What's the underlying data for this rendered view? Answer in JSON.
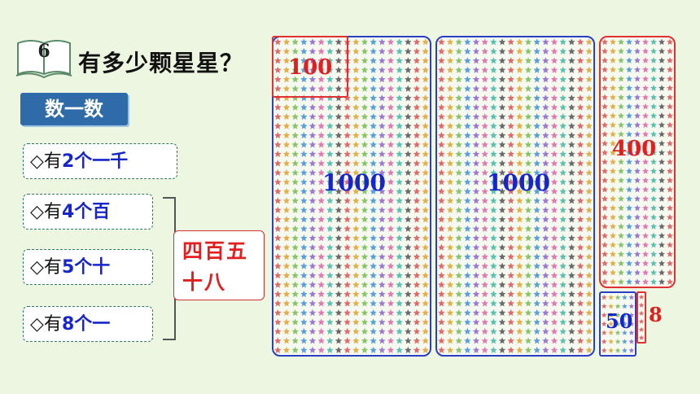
{
  "header": {
    "lesson_number": "6",
    "title": "有多少颗星星？"
  },
  "tag": "数一数",
  "items": [
    "有",
    "2个一千",
    "有",
    "4个百",
    "有",
    "5个十",
    "有",
    "8个一"
  ],
  "diamond": "◇",
  "answer": "四百五十八",
  "panels": {
    "thousand_a": "1000",
    "thousand_b": "1000",
    "hundred": "100",
    "four_hundred": "400",
    "fifty": "50",
    "eight": "8"
  },
  "colors": {
    "blue_border": "#2a3fc4",
    "red_border": "#e03030",
    "tag_bg": "#2f6ba8",
    "star_palette": [
      "#e06a6a",
      "#e2b04a",
      "#8ac46a",
      "#5aa0d8",
      "#9a7ad0",
      "#e07ab0",
      "#5ac0b0",
      "#6a6a6a"
    ]
  }
}
